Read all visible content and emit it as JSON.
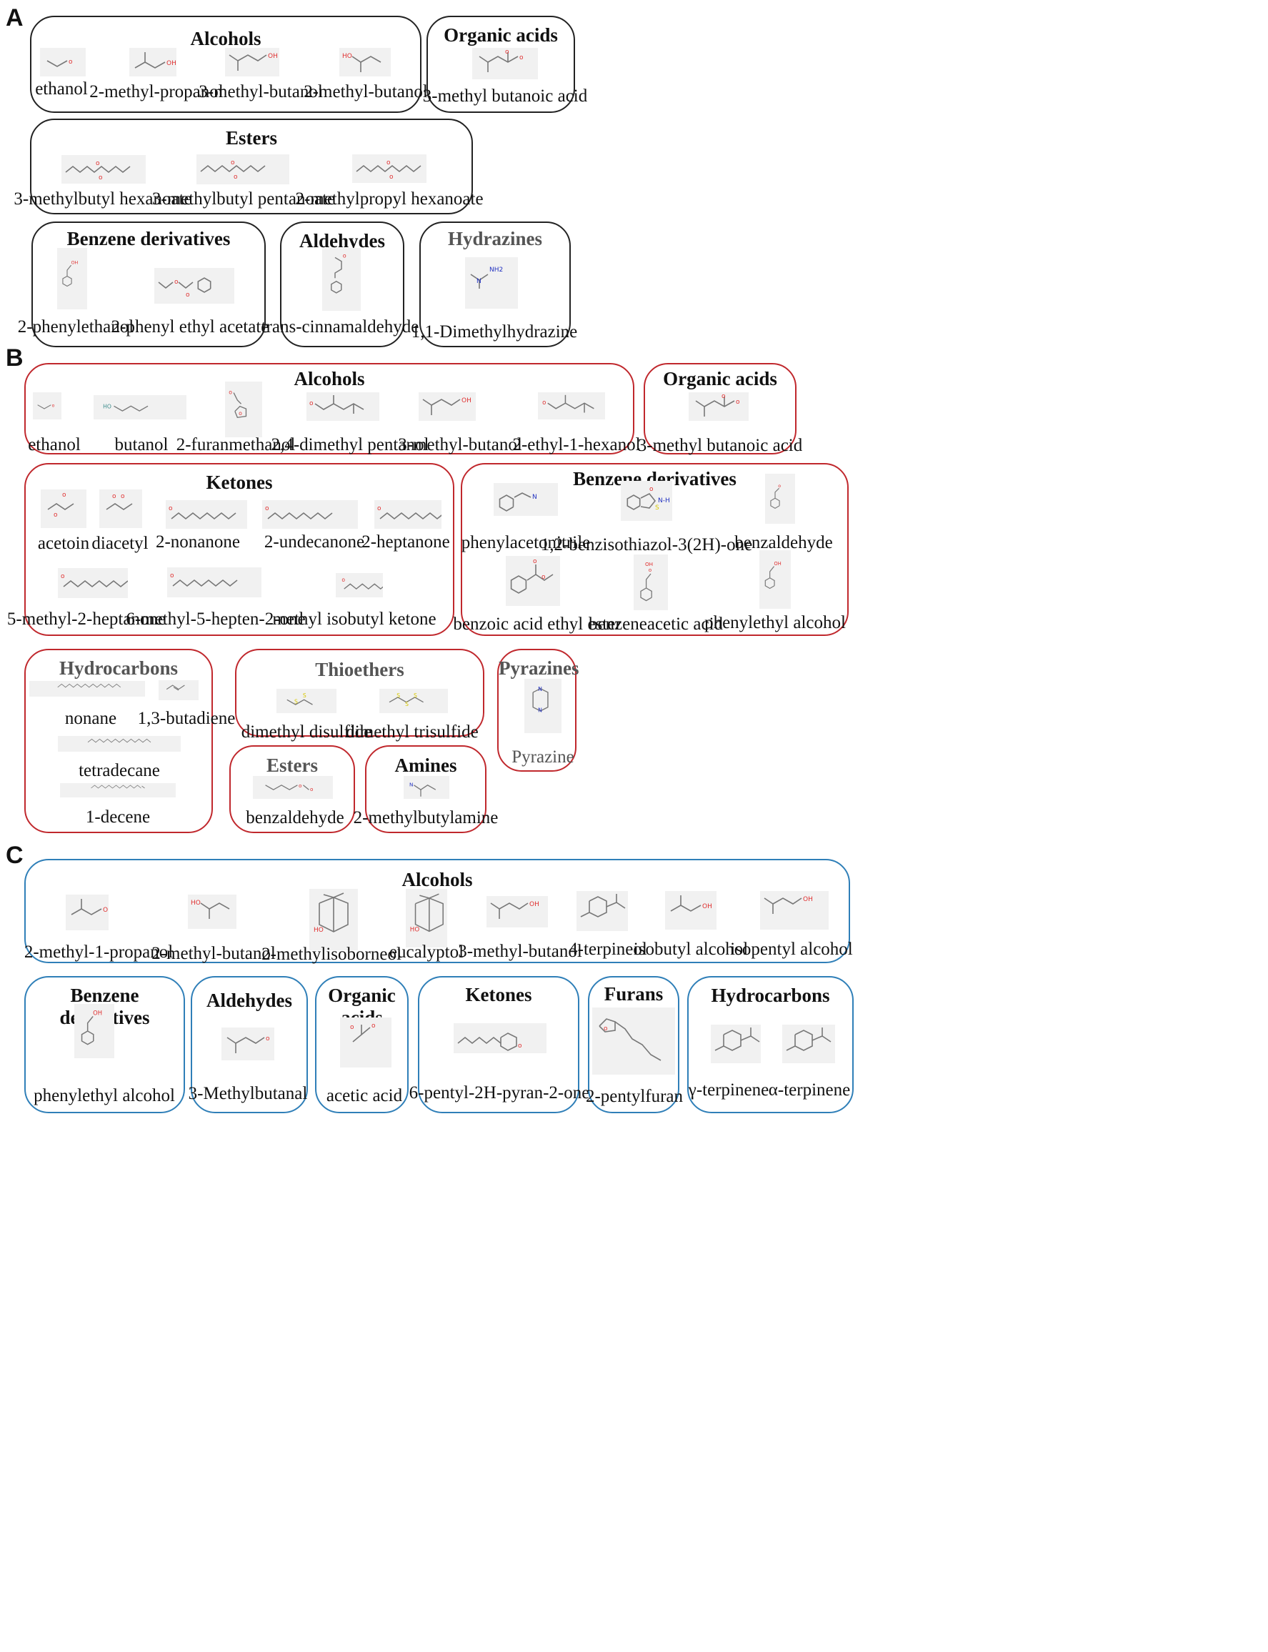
{
  "colors": {
    "panel_a": "#222222",
    "panel_b": "#c0282d",
    "panel_c": "#2f7fb8"
  },
  "panels": [
    {
      "letter": "A",
      "groups": [
        {
          "title": "Alcohols",
          "items": [
            {
              "label": "ethanol",
              "structure": "ethanol"
            },
            {
              "label": "2-methyl-propanol",
              "structure": "isobutanol"
            },
            {
              "label": "3-methyl-butanol",
              "structure": "isoamyl-alcohol"
            },
            {
              "label": "2-methyl-butanol",
              "structure": "2-methylbutanol"
            }
          ]
        },
        {
          "title": "Organic acids",
          "items": [
            {
              "label": "3-methyl butanoic acid",
              "structure": "isovaleric-acid"
            }
          ]
        },
        {
          "title": "Esters",
          "items": [
            {
              "label": "3-methylbutyl hexanoate",
              "structure": "ester-chain"
            },
            {
              "label": "3-methylbutyl pentanoate",
              "structure": "ester-chain"
            },
            {
              "label": "2-methylpropyl hexanoate",
              "structure": "ester-chain"
            }
          ]
        },
        {
          "title": "Benzene derivatives",
          "items": [
            {
              "label": "2-phenylethanol",
              "structure": "phenylethanol"
            },
            {
              "label": "2-phenyl ethyl acetate",
              "structure": "phenyl-ester"
            }
          ]
        },
        {
          "title": "Aldehydes",
          "items": [
            {
              "label": "trans-cinnamaldehyde",
              "structure": "cinnamaldehyde"
            }
          ]
        },
        {
          "title": "Hydrazines",
          "items": [
            {
              "label": "1,1-Dimethylhydrazine",
              "structure": "hydrazine"
            }
          ]
        }
      ]
    },
    {
      "letter": "B",
      "groups": [
        {
          "title": "Alcohols",
          "items": [
            {
              "label": "ethanol",
              "structure": "ethanol"
            },
            {
              "label": "butanol",
              "structure": "butanol"
            },
            {
              "label": "2-furanmethanol",
              "structure": "furanmethanol"
            },
            {
              "label": "2,4-dimethyl pentanol",
              "structure": "branched-alcohol"
            },
            {
              "label": "3-methyl-butanol",
              "structure": "isoamyl-alcohol"
            },
            {
              "label": "2-ethyl-1-hexanol",
              "structure": "branched-alcohol"
            }
          ]
        },
        {
          "title": "Organic acids",
          "items": [
            {
              "label": "3-methyl butanoic acid",
              "structure": "isovaleric-acid"
            }
          ]
        },
        {
          "title": "Ketones",
          "items": [
            {
              "label": "acetoin",
              "structure": "acetoin"
            },
            {
              "label": "diacetyl",
              "structure": "diacetyl"
            },
            {
              "label": "2-nonanone",
              "structure": "methyl-ketone"
            },
            {
              "label": "2-undecanone",
              "structure": "methyl-ketone"
            },
            {
              "label": "2-heptanone",
              "structure": "methyl-ketone"
            },
            {
              "label": "5-methyl-2-heptanone",
              "structure": "methyl-ketone"
            },
            {
              "label": "6-methyl-5-hepten-2-one",
              "structure": "methyl-ketone"
            },
            {
              "label": "methyl isobutyl ketone",
              "structure": "methyl-ketone"
            }
          ]
        },
        {
          "title": "Benzene derivatives",
          "items": [
            {
              "label": "phenylacetonitrile",
              "structure": "benzyl-nitrile"
            },
            {
              "label": "1,2-benzisothiazol-3(2H)-one",
              "structure": "benzisothiazolone"
            },
            {
              "label": "benzaldehyde",
              "structure": "benzaldehyde"
            },
            {
              "label": "benzoic acid ethyl ester",
              "structure": "ethyl-benzoate"
            },
            {
              "label": "benzeneacetic acid",
              "structure": "phenylacetic-acid"
            },
            {
              "label": "phenylethyl alcohol",
              "structure": "phenylethanol"
            }
          ]
        },
        {
          "title": "Hydrocarbons",
          "items": [
            {
              "label": "nonane",
              "structure": "alkane"
            },
            {
              "label": "1,3-butadiene",
              "structure": "butadiene"
            },
            {
              "label": "tetradecane",
              "structure": "alkane"
            },
            {
              "label": "1-decene",
              "structure": "alkene"
            }
          ]
        },
        {
          "title": "Thioethers",
          "items": [
            {
              "label": "dimethyl disulfide",
              "structure": "disulfide"
            },
            {
              "label": "dimethyl trisulfide",
              "structure": "trisulfide"
            }
          ]
        },
        {
          "title": "Pyrazines",
          "items": [
            {
              "label": "Pyrazine",
              "structure": "pyrazine"
            }
          ]
        },
        {
          "title": "Esters",
          "items": [
            {
              "label": "benzaldehyde",
              "structure": "formate-ester"
            }
          ]
        },
        {
          "title": "Amines",
          "items": [
            {
              "label": "2-methylbutylamine",
              "structure": "amine"
            }
          ]
        }
      ]
    },
    {
      "letter": "C",
      "groups": [
        {
          "title": "Alcohols",
          "items": [
            {
              "label": "2-methyl-1-propanol",
              "structure": "isobutanol"
            },
            {
              "label": "2-methyl-butanol",
              "structure": "2-methylbutanol"
            },
            {
              "label": "2-methylisoborneol",
              "structure": "bicyclic"
            },
            {
              "label": "eucalyptol",
              "structure": "bicyclic"
            },
            {
              "label": "3-methyl-butanol",
              "structure": "isoamyl-alcohol"
            },
            {
              "label": "4-terpineol",
              "structure": "terpene-ring"
            },
            {
              "label": "isobutyl alcohol",
              "structure": "isobutanol"
            },
            {
              "label": "isopentyl alcohol",
              "structure": "isoamyl-alcohol"
            }
          ]
        },
        {
          "title": "Benzene derivatives",
          "items": [
            {
              "label": "phenylethyl alcohol",
              "structure": "phenylethanol"
            }
          ]
        },
        {
          "title": "Aldehydes",
          "items": [
            {
              "label": "3-Methylbutanal",
              "structure": "isovaleraldehyde"
            }
          ]
        },
        {
          "title": "Organic acids",
          "items": [
            {
              "label": "acetic acid",
              "structure": "acetic-acid"
            }
          ]
        },
        {
          "title": "Ketones",
          "items": [
            {
              "label": "6-pentyl-2H-pyran-2-one",
              "structure": "pyranone"
            }
          ]
        },
        {
          "title": "Furans",
          "items": [
            {
              "label": "2-pentylfuran",
              "structure": "pentylfuran"
            }
          ]
        },
        {
          "title": "Hydrocarbons",
          "items": [
            {
              "label": "γ-terpinene",
              "structure": "terpene-ring"
            },
            {
              "label": "α-terpinene",
              "structure": "terpene-ring"
            }
          ]
        }
      ]
    }
  ]
}
